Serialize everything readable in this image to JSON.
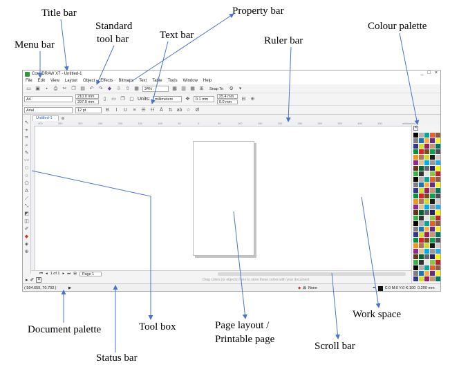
{
  "labels": {
    "title_bar": "Title bar",
    "menu_bar": "Menu bar",
    "standard_tool_bar_1": "Standard",
    "standard_tool_bar_2": "tool bar",
    "property_bar": "Property bar",
    "text_bar": "Text bar",
    "ruler_bar": "Ruler bar",
    "colour_palette": "Colour palette",
    "document_palette": "Document palette",
    "tool_box": "Tool box",
    "page_layout_1": "Page layout /",
    "page_layout_2": "Printable page",
    "work_space": "Work space",
    "scroll_bar": "Scroll bar",
    "status_bar": "Status bar"
  },
  "window": {
    "title": "CorelDRAW X7 - Untitled-1",
    "controls": [
      "_",
      "□",
      "×"
    ]
  },
  "menu": [
    "File",
    "Edit",
    "View",
    "Layout",
    "Object",
    "Effects",
    "Bitmaps",
    "Text",
    "Table",
    "Tools",
    "Window",
    "Help"
  ],
  "standard_bar": {
    "zoom": "34%",
    "snap": "Snap To"
  },
  "property_bar": {
    "page_size": "A4",
    "width": "210.0 mm",
    "height": "297.0 mm",
    "units_label": "Units:",
    "units": "millimeters",
    "nudge": "0.1 mm",
    "dup_x": "25.4 mm",
    "dup_y": "0.0 mm"
  },
  "text_bar": {
    "font": "Arial",
    "size": "12 pt"
  },
  "document_tab": "Untitled-1",
  "ruler_ticks": [
    "400",
    "350",
    "300",
    "250",
    "200",
    "150",
    "100",
    "50",
    "0",
    "50",
    "100",
    "150",
    "200",
    "250",
    "300",
    "350",
    "400",
    "450"
  ],
  "ruler_unit": "millimeters",
  "page_nav": {
    "counter": "1 of 1",
    "page_tab": "Page 1"
  },
  "doc_palette_hint": "Drag colors (or objects) here to store these colors with your document",
  "status": {
    "coordinates": "( 594.659, 70.703 )",
    "fill": "None",
    "outline_color": "C:0 M:0 Y:0 K:100",
    "outline_width": "0.200 mm"
  },
  "palette_colors": [
    "#000000",
    "#1a1a1a",
    "#333333",
    "#4d4d4d",
    "#666666",
    "#808080",
    "#999999",
    "#b3b3b3",
    "#cccccc",
    "#e6e6e6",
    "#2b3990",
    "#262262",
    "#1c75bc",
    "#27aae1",
    "#00a79d",
    "#009444",
    "#8dc63f",
    "#d7df23",
    "#fff200",
    "#fbb040",
    "#f7941d",
    "#f15a29",
    "#ed1c24",
    "#be1e2d",
    "#9e1f63",
    "#92278f",
    "#662d91",
    "#a97c50",
    "#8b5e3c",
    "#754c24",
    "#603913",
    "#c49a6c",
    "#e0c78e",
    "#f9ed32",
    "#cbdb2a",
    "#39b54a",
    "#00a651",
    "#006838",
    "#00746b",
    "#00aeef"
  ]
}
